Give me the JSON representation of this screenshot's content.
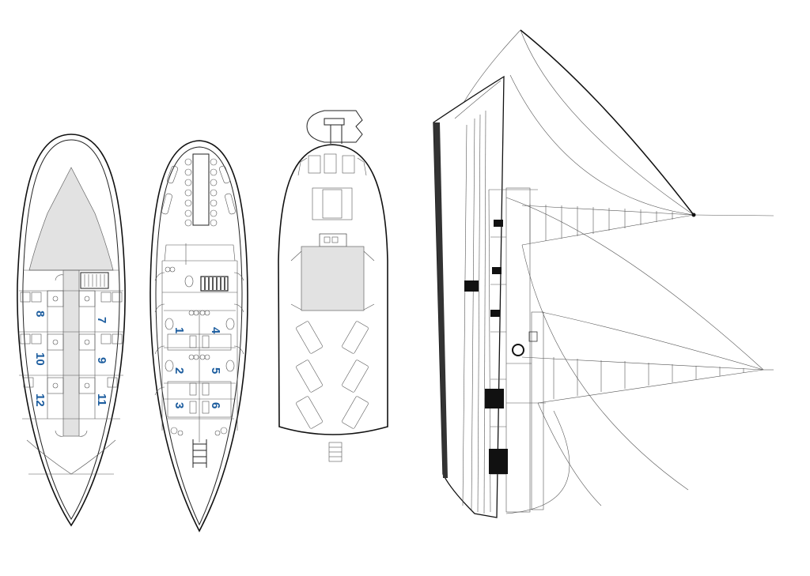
{
  "colors": {
    "cabin_number": "#1b5c9e",
    "fill_gray": "#e2e2e2",
    "line": "#222222"
  },
  "lower_deck": {
    "cabins": [
      "7",
      "8",
      "9",
      "10",
      "11",
      "12"
    ]
  },
  "main_deck": {
    "cabins": [
      "1",
      "2",
      "3",
      "4",
      "5",
      "6"
    ]
  }
}
